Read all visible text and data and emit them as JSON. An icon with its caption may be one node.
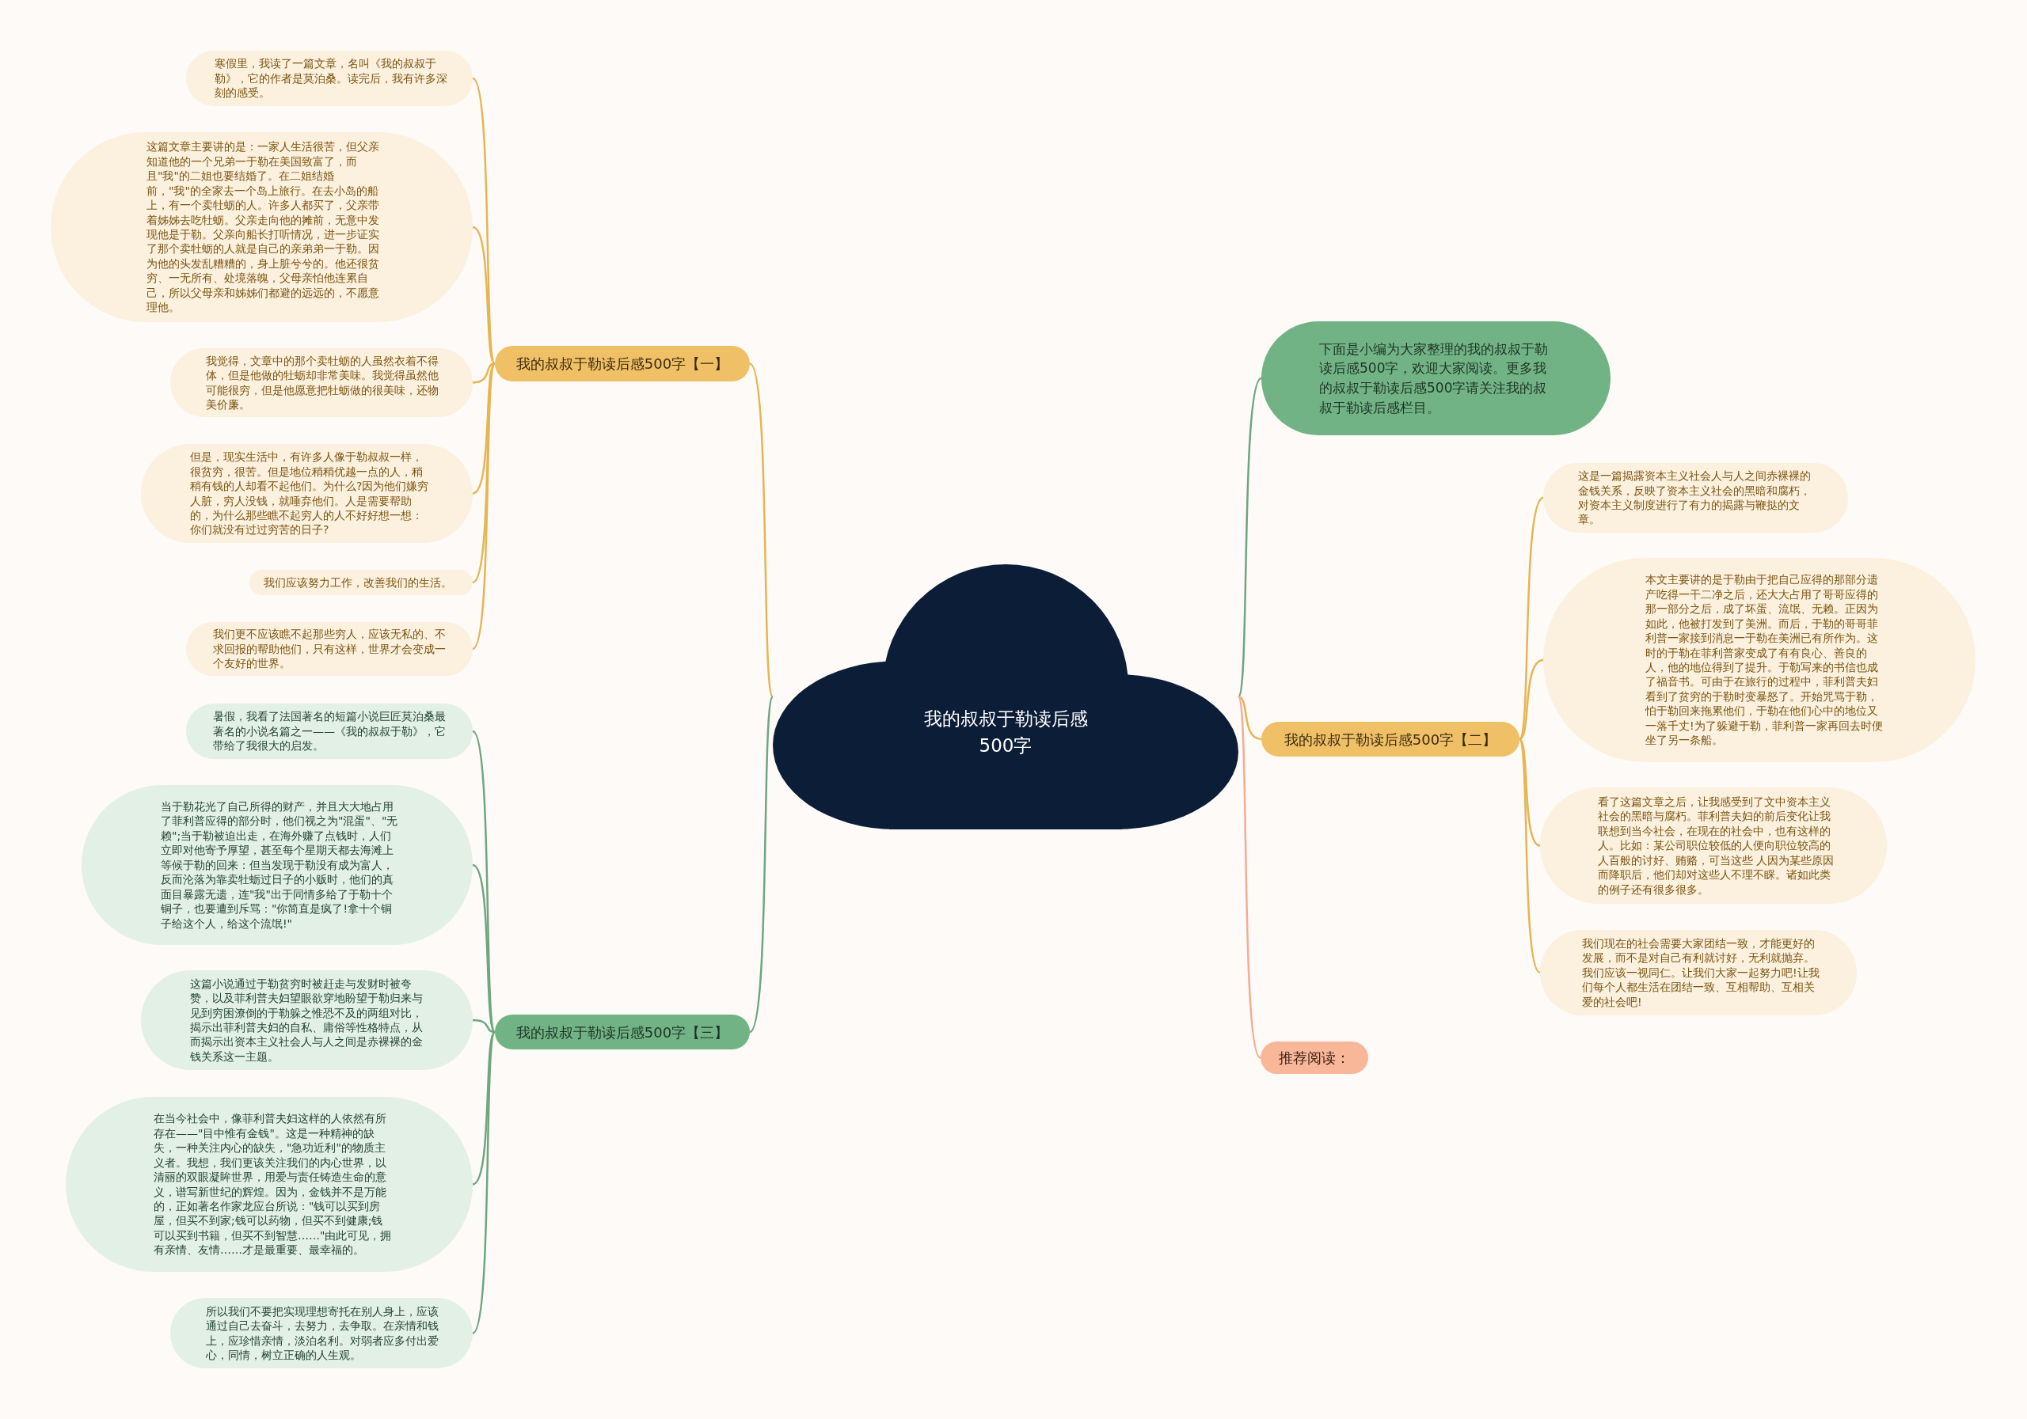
{
  "diagram": {
    "nodes": [
      {
        "text": [
          "我的叔叔于勒读后感500字"
        ]
      },
      {
        "text": [
          "我的叔叔于勒读后感500字【一】"
        ]
      },
      {
        "text": [
          "寒假里，我读了一篇文章，名叫《我的叔叔于勒》，它的作者是莫泊桑。读完后，我有许多深刻的感受。"
        ]
      },
      {
        "text": [
          "这篇文章主要讲的是：一家人生活很苦，但父亲知道他的一个兄弟一于勒在美国致富了，而且\"我\"的二姐也要结婚了。在二姐结婚前，\"我\"的全家去一个岛上旅行。在去小岛的船上，有一个卖牡蛎的人。许多人都买了，父亲带着姊姊去吃牡蛎。父亲走向他的摊前，无意中发现他是于勒。父亲向船长打听情况，进一步证实了那个卖牡蛎的人就是自己的亲弟弟一于勒。因为他的头发乱糟糟的，身上脏兮兮的。他还很贫穷、一无所有、处境落魄，父母亲怕他连累自己，所以父母亲和姊姊们都避的远远的，不愿意理他。"
        ]
      },
      {
        "text": [
          "我觉得，文章中的那个卖牡蛎的人虽然衣着不得体，但是他做的牡蛎却非常美味。我觉得虽然他可能很穷，但是他愿意把牡蛎做的很美味，还物美价廉。"
        ]
      },
      {
        "text": [
          "但是，现实生活中，有许多人像于勒叔叔一样，很贫穷，很苦。但是地位稍稍优越一点的人，稍稍有钱的人却看不起他们。为什么?因为他们嫌穷人脏，穷人没钱，就唾弃他们。人是需要帮助的，为什么那些瞧不起穷人的人不好好想一想：你们就没有过过穷苦的日子?"
        ]
      },
      {
        "text": [
          "我们应该努力工作，改善我们的生活。"
        ]
      },
      {
        "text": [
          "我们更不应该瞧不起那些穷人，应该无私的、不求回报的帮助他们，只有这样，世界才会变成一个友好的世界。"
        ]
      },
      {
        "text": [
          "我的叔叔于勒读后感500字【三】"
        ]
      },
      {
        "text": [
          "暑假，我看了法国著名的短篇小说巨匠莫泊桑最著名的小说名篇之一——《我的叔叔于勒》，它带给了我很大的启发。"
        ]
      },
      {
        "text": [
          "当于勒花光了自己所得的财产，并且大大地占用了菲利普应得的部分时，他们视之为\"混蛋\"、\"无赖\";当于勒被迫出走，在海外赚了点钱时，人们立即对他寄予厚望，甚至每个星期天都去海滩上等候于勒的回来：但当发现于勒没有成为富人，反而沦落为靠卖牡蛎过日子的小贩时，他们的真面目暴露无遗，连\"我\"出于同情多给了于勒十个铜子，也要遭到斥骂：\"你简直是疯了!拿十个铜子给这个人，给这个流氓!\""
        ]
      },
      {
        "text": [
          "这篇小说通过于勒贫穷时被赶走与发财时被夸赞，以及菲利普夫妇望眼欲穿地盼望于勒归来与见到穷困潦倒的于勒躲之惟恐不及的两组对比，揭示出菲利普夫妇的自私、庸俗等性格特点，从而揭示出资本主义社会人与人之间是赤裸裸的金钱关系这一主题。"
        ]
      },
      {
        "text": [
          "在当今社会中，像菲利普夫妇这样的人依然有所存在——\"目中惟有金钱\"。这是一种精神的缺失，一种关注内心的缺失，\"急功近利\"的物质主义者。我想，我们更该关注我们的内心世界，以清丽的双眼凝眸世界，用爱与责任铸造生命的意义，谱写新世纪的辉煌。因为，金钱并不是万能的，正如著名作家龙应台所说：\"钱可以买到房屋，但买不到家;钱可以药物，但买不到健康;钱可以买到书籍，但买不到智慧……\"由此可见，拥有亲情、友情……才是最重要、最幸福的。"
        ]
      },
      {
        "text": [
          "所以我们不要把实现理想寄托在别人身上，应该通过自己去奋斗，去努力，去争取。在亲情和钱上，应珍惜亲情，淡泊名利。对弱者应多付出爱心，同情，树立正确的人生观。"
        ]
      },
      {
        "text": [
          "下面是小编为大家整理的我的叔叔于勒读后感500字，欢迎大家阅读。更多我的叔叔于勒读后感500字请关注我的叔叔于勒读后感栏目。"
        ]
      },
      {
        "text": [
          "我的叔叔于勒读后感500字【二】"
        ]
      },
      {
        "text": [
          "这是一篇揭露资本主义社会人与人之间赤裸裸的金钱关系，反映了资本主义社会的黑暗和腐朽，对资本主义制度进行了有力的揭露与鞭挞的文章。"
        ]
      },
      {
        "text": [
          "本文主要讲的是于勒由于把自己应得的那部分遗产吃得一干二净之后，还大大占用了哥哥应得的那一部分之后，成了坏蛋、流氓、无赖。正因为如此，他被打发到了美洲。而后，于勒的哥哥菲利普一家接到消息一于勒在美洲已有所作为。这时的于勒在菲利普家变成了有有良心、善良的人，他的地位得到了提升。于勒写来的书信也成了福音书。可由于在旅行的过程中，菲利普夫妇看到了贫穷的于勒时变暴怒了。开始咒骂于勒，怕于勒回来拖累他们，于勒在他们心中的地位又一落千丈!为了躲避于勒，菲利普一家再回去时便坐了另一条船。"
        ]
      },
      {
        "text": [
          "看了这篇文章之后，让我感受到了文中资本主义社会的黑暗与腐朽。菲利普夫妇的前后变化让我联想到当今社会，在现在的社会中，也有这样的人。比如：某公司职位较低的人便向职位较高的人百般的讨好、贿赂，可当这些 人因为某些原因而降职后，他们却对这些人不理不睬。诸如此类的例子还有很多很多。"
        ]
      },
      {
        "text": [
          "我们现在的社会需要大家团结一致，才能更好的发展，而不是对自己有利就讨好，无利就抛弃。我们应该一视同仁。让我们大家一起努力吧!让我们每个人都生活在团结一致、互相帮助、互相关爱的社会吧!"
        ]
      },
      {
        "text": [
          "推荐阅读："
        ]
      }
    ],
    "edges": [
      {
        "from": 0,
        "to": 1,
        "arrow": "none"
      },
      {
        "from": 1,
        "to": 2,
        "arrow": "none"
      },
      {
        "from": 1,
        "to": 3,
        "arrow": "none"
      },
      {
        "from": 1,
        "to": 4,
        "arrow": "none"
      },
      {
        "from": 1,
        "to": 5,
        "arrow": "none"
      },
      {
        "from": 1,
        "to": 6,
        "arrow": "none"
      },
      {
        "from": 1,
        "to": 7,
        "arrow": "none"
      },
      {
        "from": 0,
        "to": 8,
        "arrow": "none",
        "color": "#6ea67f"
      },
      {
        "from": 8,
        "to": 9,
        "arrow": "none",
        "color": "#6ea67f"
      },
      {
        "from": 8,
        "to": 10,
        "arrow": "none",
        "color": "#6ea67f"
      },
      {
        "from": 8,
        "to": 11,
        "arrow": "none",
        "color": "#6ea67f"
      },
      {
        "from": 8,
        "to": 12,
        "arrow": "none",
        "color": "#6ea67f"
      },
      {
        "from": 8,
        "to": 13,
        "arrow": "none",
        "color": "#6ea67f"
      },
      {
        "from": 0,
        "to": 14,
        "arrow": "none",
        "color": "#6ea67f"
      },
      {
        "from": 0,
        "to": 15,
        "arrow": "none"
      },
      {
        "from": 15,
        "to": 16,
        "arrow": "none"
      },
      {
        "from": 15,
        "to": 17,
        "arrow": "none"
      },
      {
        "from": 15,
        "to": 18,
        "arrow": "none"
      },
      {
        "from": 15,
        "to": 19,
        "arrow": "none"
      },
      {
        "from": 0,
        "to": 20,
        "arrow": "none",
        "color": "#f2ad93"
      }
    ]
  }
}
